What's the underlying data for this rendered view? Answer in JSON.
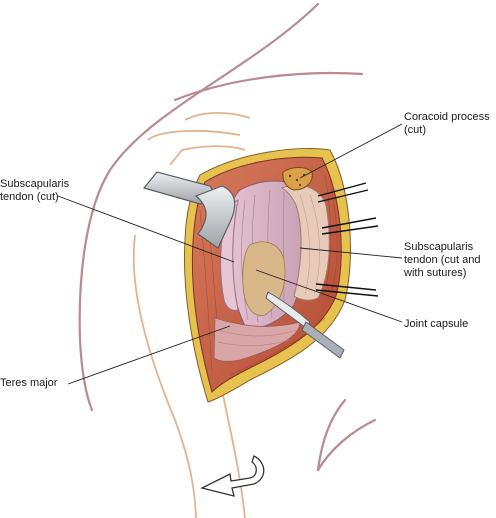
{
  "labels": {
    "coracoid": {
      "line1": "Coracoid process",
      "line2": "(cut)"
    },
    "subscap_left": {
      "line1": "Subscapularis",
      "line2": "tendon (cut)"
    },
    "subscap_right": {
      "line1": "Subscapularis",
      "line2": "tendon (cut and",
      "line3": "with sutures)"
    },
    "joint_capsule": {
      "line1": "Joint capsule"
    },
    "teres_major": {
      "line1": "Teres major"
    }
  },
  "colors": {
    "skin_outline": "#b98a8f",
    "muscle": "#c8654a",
    "muscle_dark": "#a4452f",
    "fat": "#e6c24e",
    "capsule": "#d9b4c4",
    "tendon": "#e7c8b8",
    "retractor": "#c9ccd0",
    "leader": "#222222"
  }
}
